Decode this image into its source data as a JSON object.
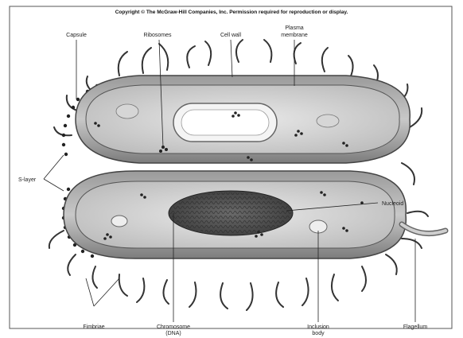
{
  "copyright": "Copyright © The McGraw-Hill Companies, Inc. Permission required for reproduction or display.",
  "labels": {
    "capsule": "Capsule",
    "ribosomes": "Ribosomes",
    "cell_wall": "Cell wall",
    "plasma_membrane_line1": "Plasma",
    "plasma_membrane_line2": "membrane",
    "s_layer": "S-layer",
    "nucleoid": "Nucleoid",
    "fimbriae": "Fimbriae",
    "chromosome_line1": "Chromosome",
    "chromosome_line2": "(DNA)",
    "inclusion_line1": "Inclusion",
    "inclusion_line2": "body",
    "flagellum": "Flagellum"
  }
}
